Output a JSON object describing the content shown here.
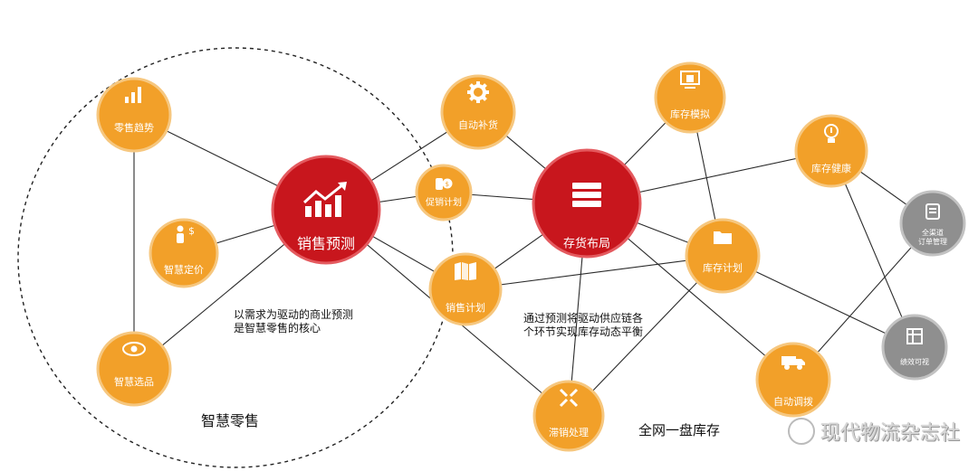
{
  "nodes": {
    "retail_trend": "零售趋势",
    "smart_pricing": "智慧定价",
    "smart_selection": "智慧选品",
    "sales_forecast": "销售预测",
    "auto_replenish": "自动补货",
    "promo_plan": "促销计划",
    "sales_plan": "销售计划",
    "inventory_layout": "存货布局",
    "inventory_sim": "库存模拟",
    "inventory_health": "库存健康",
    "inventory_plan": "库存计划",
    "omni_order_line1": "全渠道",
    "omni_order_line2": "订单管理",
    "kpi_visual": "绩效可视",
    "auto_transfer": "自动调拨",
    "slow_moving": "滞销处理"
  },
  "notes": {
    "left_line1": "以需求为驱动的商业预测",
    "left_line2": "是智慧零售的核心",
    "right_line1": "通过预测将驱动供应链各",
    "right_line2": "个环节实现库存动态平衡"
  },
  "group_titles": {
    "smart_retail": "智慧零售",
    "network_inventory": "全网一盘库存"
  },
  "watermark": "现代物流杂志社",
  "colors": {
    "orange": "#f2a029",
    "red": "#c8161d",
    "gray": "#8f8f8f"
  }
}
